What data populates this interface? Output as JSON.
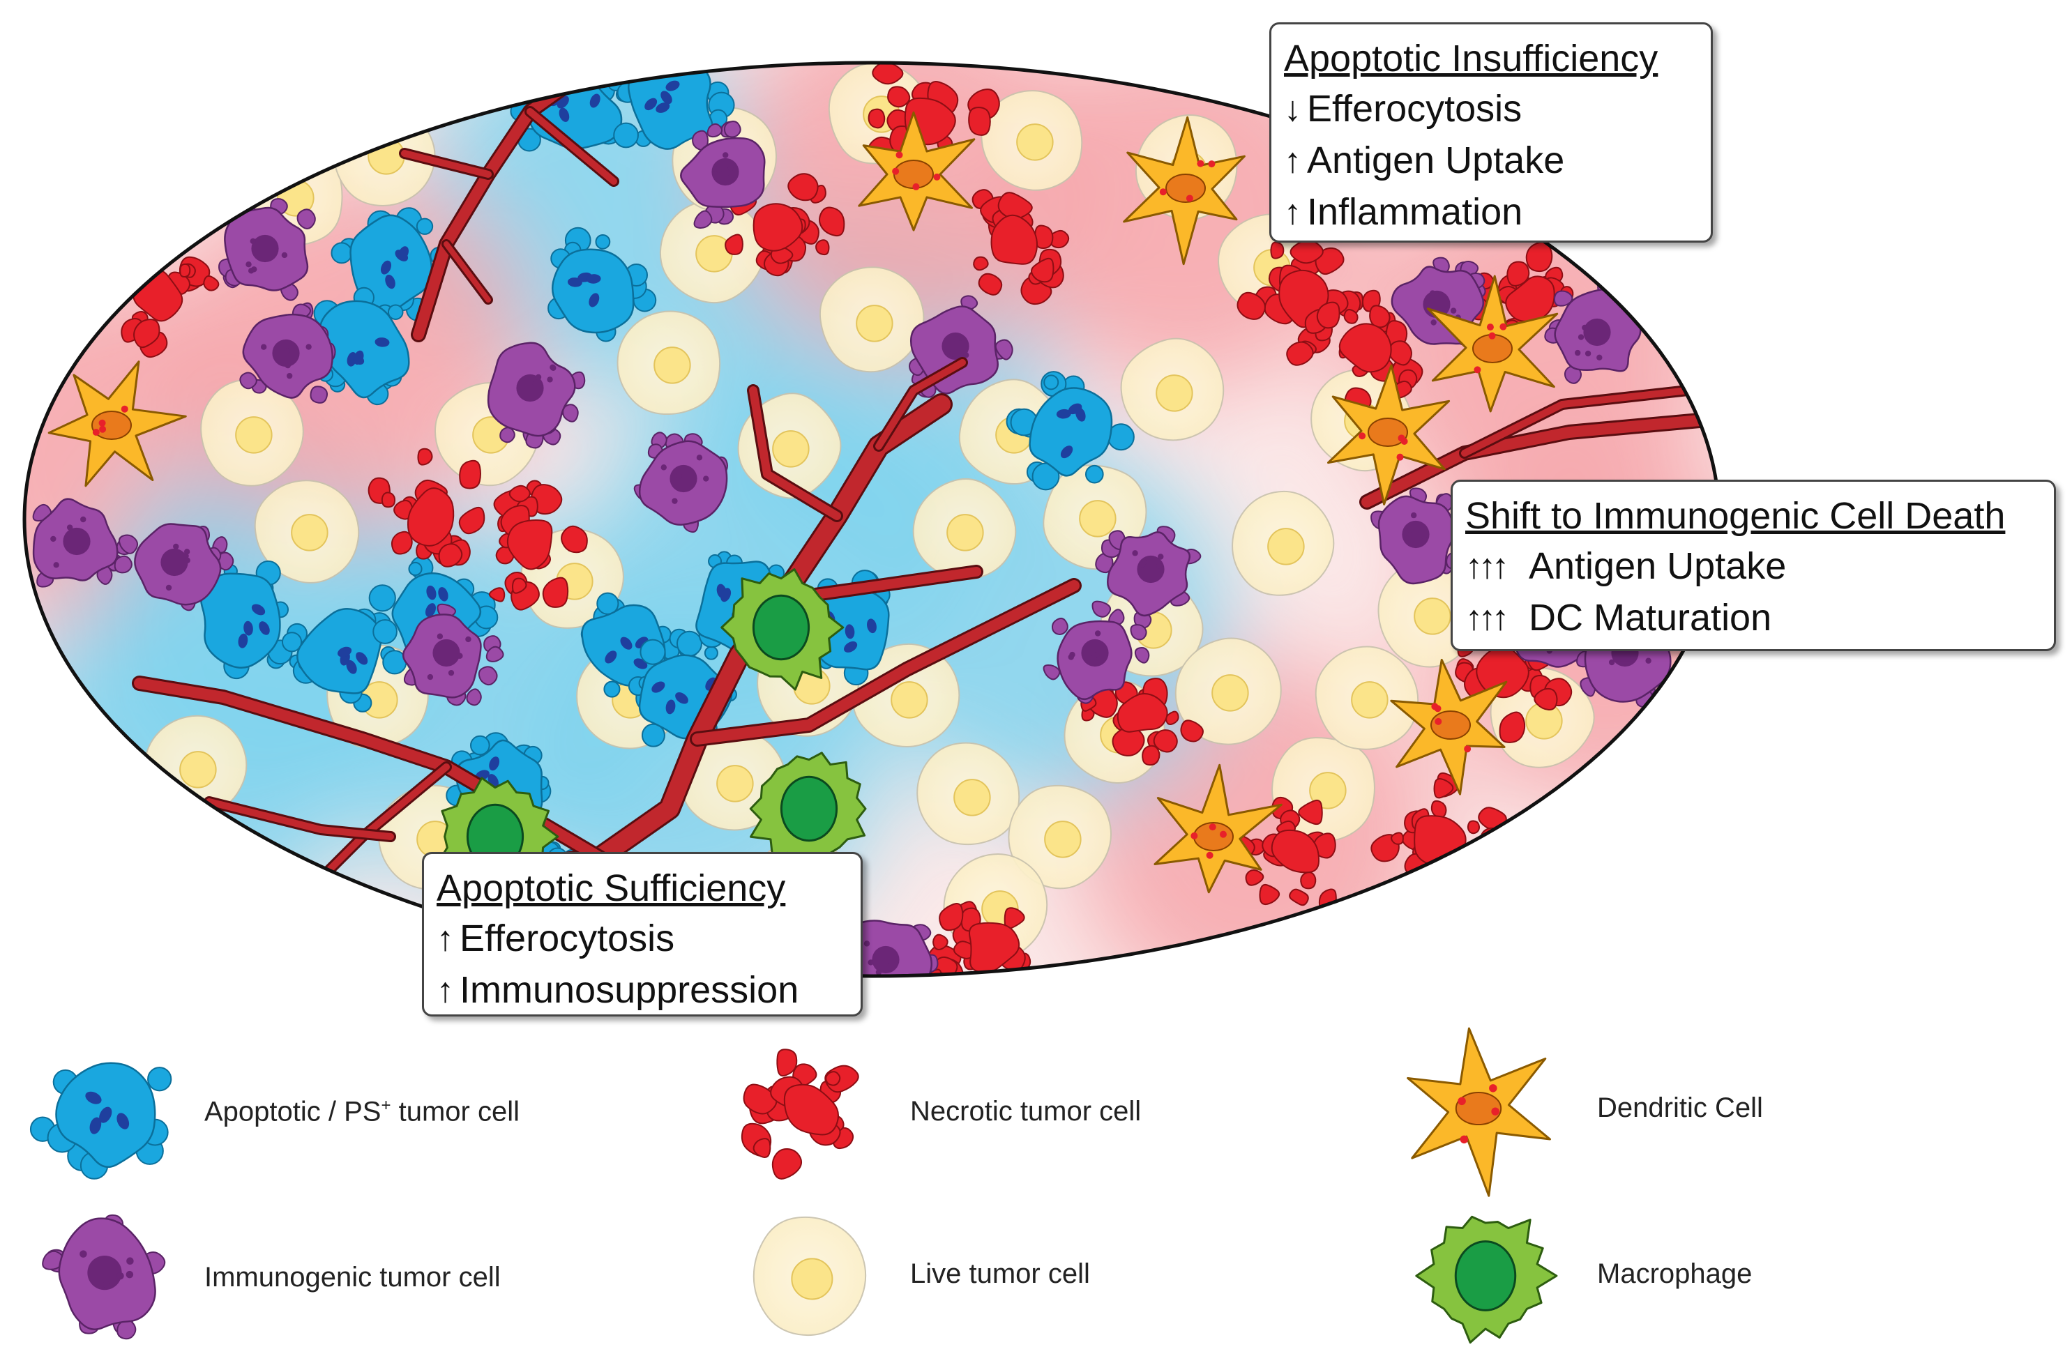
{
  "callouts": {
    "insufficiency": {
      "title": "Apoptotic Insufficiency",
      "rows": [
        {
          "arrow": "↓",
          "text": "Efferocytosis"
        },
        {
          "arrow": "↑",
          "text": "Antigen Uptake"
        },
        {
          "arrow": "↑",
          "text": "Inflammation"
        }
      ]
    },
    "icd": {
      "title": "Shift to Immunogenic Cell Death",
      "rows": [
        {
          "arrow": "↑↑↑",
          "text": "Antigen Uptake"
        },
        {
          "arrow": "↑↑↑",
          "text": "DC Maturation"
        }
      ]
    },
    "sufficiency": {
      "title": "Apoptotic Sufficiency",
      "rows": [
        {
          "arrow": "↑",
          "text": "Efferocytosis"
        },
        {
          "arrow": "↑",
          "text": "Immunosuppression"
        }
      ]
    }
  },
  "legend": {
    "apoptotic": {
      "label_pre": "Apoptotic / PS",
      "label_sup": "+",
      "label_post": " tumor cell",
      "color": "#1aa7df",
      "icon": "apoptotic-cell-icon"
    },
    "necrotic": {
      "label": "Necrotic tumor cell",
      "color": "#e8202a",
      "icon": "necrotic-cell-icon"
    },
    "dendritic": {
      "label": "Dendritic Cell",
      "color": "#fbb829",
      "icon": "dendritic-cell-icon"
    },
    "immunogenic": {
      "label": "Immunogenic tumor cell",
      "color": "#9b4aa6",
      "icon": "immunogenic-cell-icon"
    },
    "live": {
      "label": "Live tumor cell",
      "color": "#fbf0d0",
      "icon": "live-cell-icon"
    },
    "macrophage": {
      "label": "Macrophage",
      "color": "#1a9d45",
      "icon": "macrophage-icon"
    }
  },
  "colors": {
    "vessel": "#c1272d",
    "outline": "#1a1a1a",
    "zone_red": "#f6a6aa",
    "zone_blue": "#7fd3ef"
  }
}
